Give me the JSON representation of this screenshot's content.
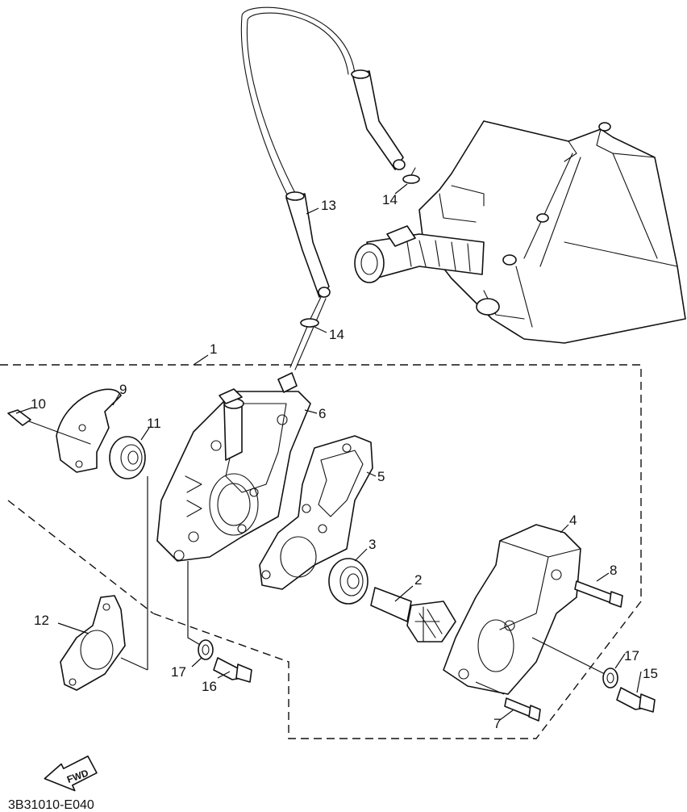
{
  "diagram_code": "3B31010-E040",
  "direction_label": "FWD",
  "callouts": [
    {
      "id": "1",
      "label": "1"
    },
    {
      "id": "2",
      "label": "2"
    },
    {
      "id": "3",
      "label": "3"
    },
    {
      "id": "4",
      "label": "4"
    },
    {
      "id": "5",
      "label": "5"
    },
    {
      "id": "6",
      "label": "6"
    },
    {
      "id": "7",
      "label": "7"
    },
    {
      "id": "8",
      "label": "8"
    },
    {
      "id": "9",
      "label": "9"
    },
    {
      "id": "10",
      "label": "10"
    },
    {
      "id": "11",
      "label": "11"
    },
    {
      "id": "12",
      "label": "12"
    },
    {
      "id": "13",
      "label": "13"
    },
    {
      "id": "14a",
      "label": "14"
    },
    {
      "id": "14b",
      "label": "14"
    },
    {
      "id": "15",
      "label": "15"
    },
    {
      "id": "16",
      "label": "16"
    },
    {
      "id": "17a",
      "label": "17"
    },
    {
      "id": "17b",
      "label": "17"
    }
  ]
}
